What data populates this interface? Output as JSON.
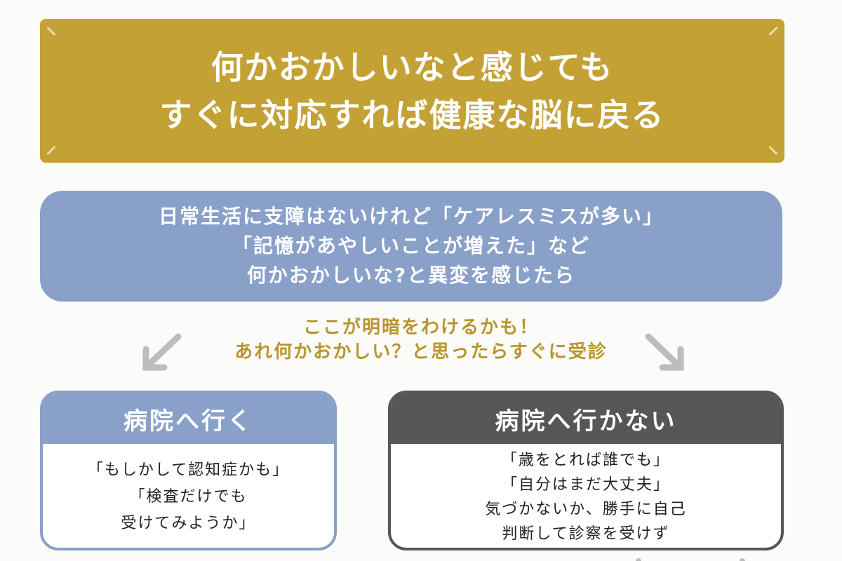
{
  "title": {
    "lines": [
      "何かおかしいなと感じても",
      "すぐに対応すれば健康な脳に戻る"
    ]
  },
  "situation": {
    "lines": [
      "日常生活に支障はないけれど「ケアレスミスが多い」",
      "「記憶があやしいことが増えた」など",
      "何かおかしいな?と異変を感じたら"
    ]
  },
  "note": {
    "lines": [
      "ここが明暗をわけるかも！",
      "あれ何かおかしい？と思ったらすぐに受診"
    ]
  },
  "go_to_hospital": {
    "heading": "病院へ行く",
    "lines": [
      "「もしかして認知症かも」",
      "「検査だけでも",
      "受けてみようか」"
    ]
  },
  "not_go_to_hospital": {
    "heading": "病院へ行かない",
    "lines": [
      "「歳をとれば誰でも」",
      "「自分はまだ大丈夫」",
      "気づかないか、勝手に自己",
      "判断して診察を受けず"
    ]
  },
  "colors": {
    "gold": "#c4a135",
    "blue": "#89a0c9",
    "dark": "#575556",
    "note_text": "#b8952d",
    "arrow": "#bdbdbd"
  }
}
